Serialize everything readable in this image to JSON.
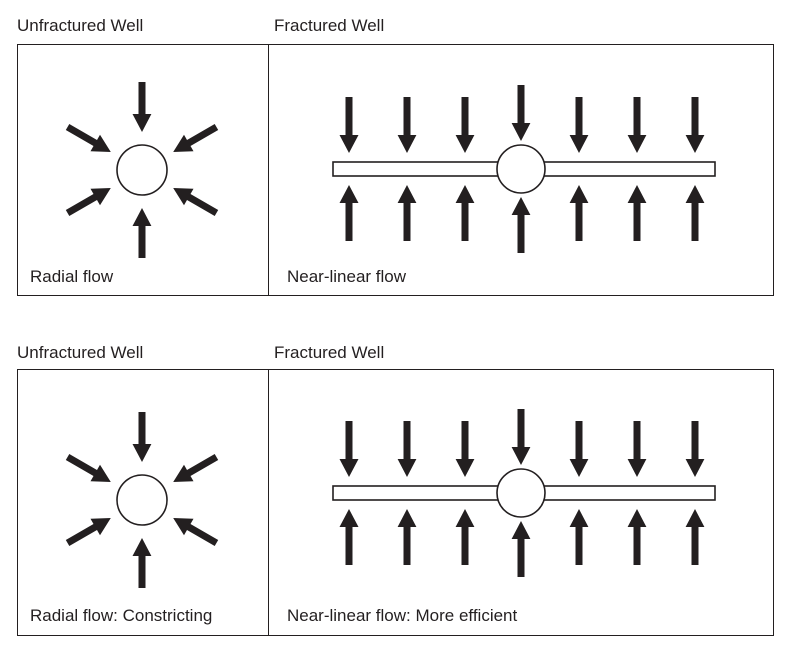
{
  "top": {
    "left_title": "Unfractured Well",
    "right_title": "Fractured Well",
    "left_caption": "Radial flow",
    "right_caption": "Near-linear flow"
  },
  "bottom": {
    "left_title": "Unfractured Well",
    "right_title": "Fractured Well",
    "left_caption": "Radial flow: Constricting",
    "right_caption": "Near-linear flow: More efficient"
  },
  "colors": {
    "ink": "#231f20",
    "background": "#ffffff"
  },
  "icons": [
    "arrow-icon",
    "wellbore-icon",
    "fracture-icon"
  ]
}
